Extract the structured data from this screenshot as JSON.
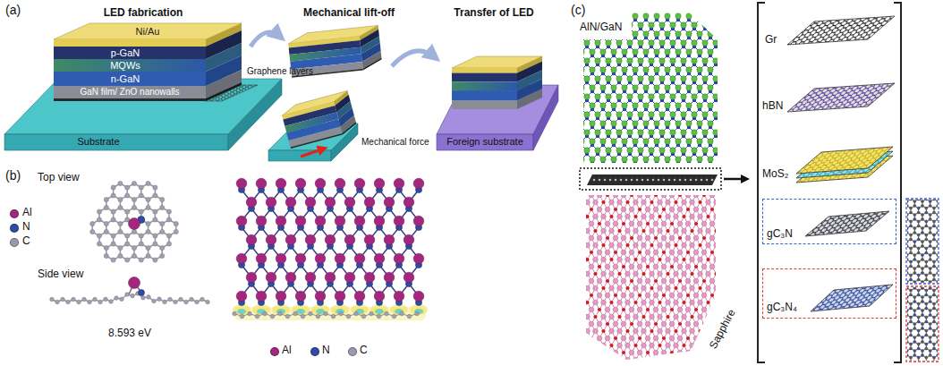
{
  "diagram": {
    "nodes": [
      {
        "text": [
          "gC₃N"
        ]
      },
      {
        "text": [
          "gC₃N₄"
        ]
      }
    ],
    "labels": [
      "(a)",
      "LED fabrication",
      "Mechanical lift-off",
      "Transfer of LED",
      "Ni/Au",
      "p-GaN",
      "MQWs",
      "n-GaN",
      "GaN film/ ZnO nanowalls",
      "Graphene layers",
      "Substrate",
      "Mechanical force",
      "Foreign substrate",
      "(b)",
      "Top view",
      "Side view",
      "8.593 eV",
      "(c)",
      "AlN/GaN",
      "Sapphire",
      "Gr",
      "hBN",
      "MoS₂"
    ],
    "legend": [
      {
        "text": "Al",
        "color": "#a3277e"
      },
      {
        "text": "N",
        "color": "#2d4ca3"
      },
      {
        "text": "C",
        "color": "#9a9aae"
      },
      {
        "text": "Al",
        "color": "#a3277e"
      },
      {
        "text": "N",
        "color": "#2d4ca3"
      },
      {
        "text": "C",
        "color": "#9a9aae"
      }
    ]
  }
}
